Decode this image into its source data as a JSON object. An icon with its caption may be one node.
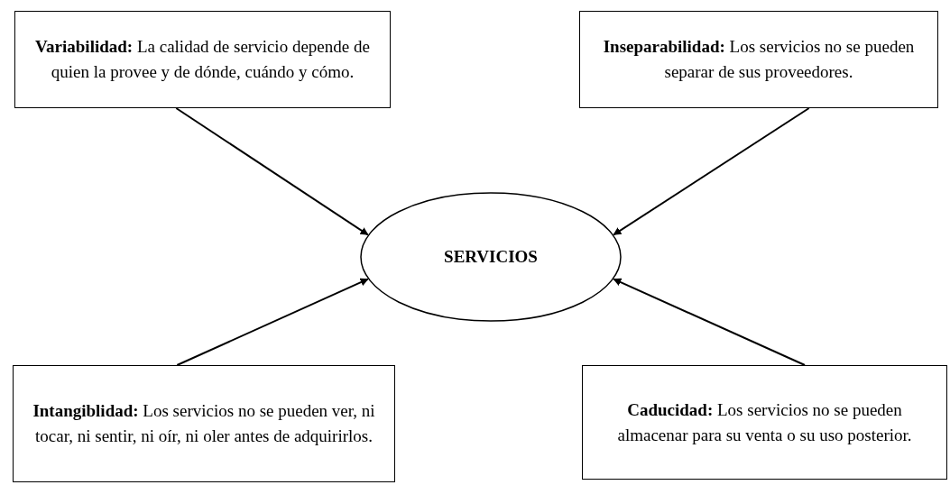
{
  "diagram": {
    "nodes": [
      {
        "text": [
          "**Variabilidad:** La calidad de servicio depende de quien la provee y de dónde, cuándo y cómo."
        ]
      },
      {
        "text": [
          "**Inseparabilidad:** Los servicios no se pueden separar de sus proveedores."
        ]
      },
      {
        "text": [
          "SERVICIOS"
        ]
      },
      {
        "text": [
          "**Intangiblidad:** Los servicios no se pueden ver, ni tocar, ni sentir, ni oír, ni oler antes de adquirirlos."
        ]
      },
      {
        "text": [
          "**Caducidad:** Los servicios no se pueden almacenar para su venta o su uso posterior."
        ]
      }
    ],
    "edges": [
      {
        "from": 0,
        "to": 2,
        "arrow": "to"
      },
      {
        "from": 1,
        "to": 2,
        "arrow": "to"
      },
      {
        "from": 3,
        "to": 2,
        "arrow": "to"
      },
      {
        "from": 4,
        "to": 2,
        "arrow": "to"
      }
    ]
  }
}
